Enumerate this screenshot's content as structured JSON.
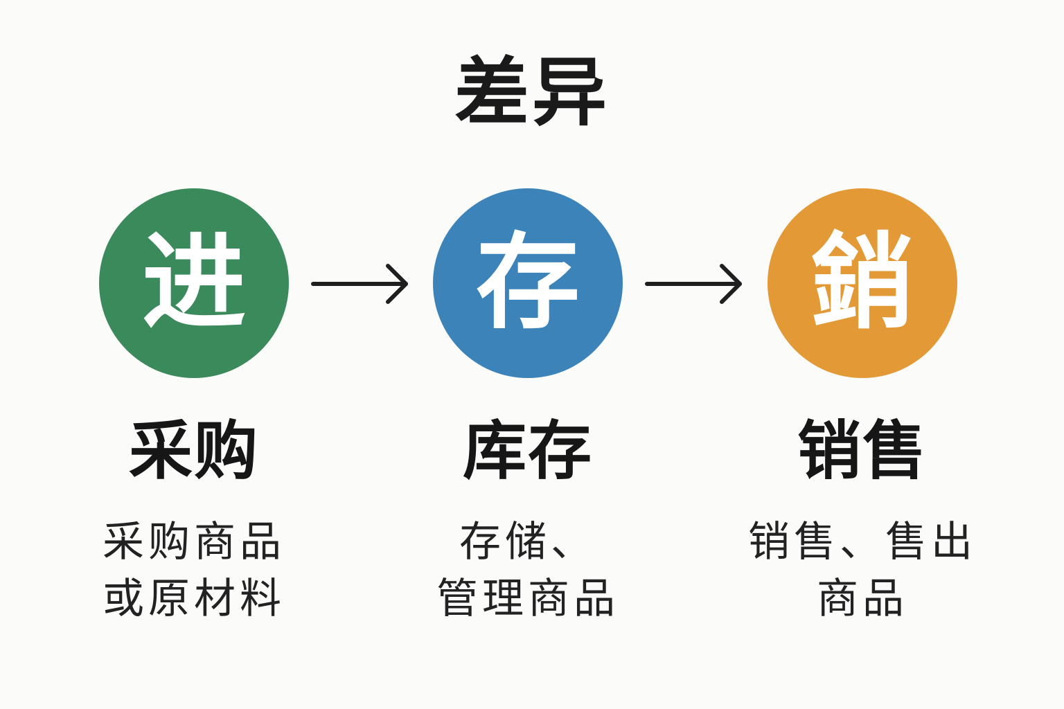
{
  "title": "差异",
  "stages": [
    {
      "symbol": "进",
      "color": "#3a8a5c",
      "name": "采购",
      "desc_lines": [
        "采购商品",
        "或原材料"
      ]
    },
    {
      "symbol": "存",
      "color": "#3b83b8",
      "name": "库存",
      "desc_lines": [
        "存储、",
        "管理商品"
      ]
    },
    {
      "symbol": "銷",
      "color": "#e39a36",
      "name": "销售",
      "desc_lines": [
        "销售、售出",
        "商品"
      ]
    }
  ],
  "arrow_icon": "arrow-right-icon",
  "arrow_color": "#1f1f1f"
}
